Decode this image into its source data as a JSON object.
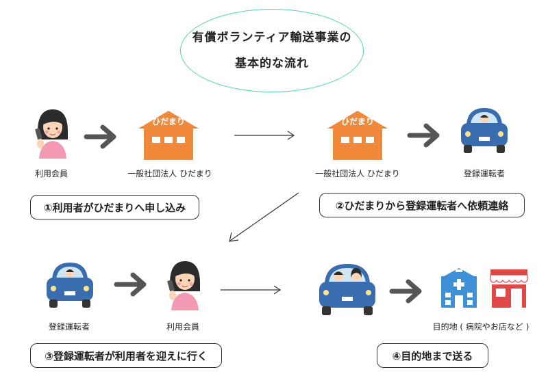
{
  "title": {
    "line1": "有償ボランティア輸送事業の",
    "line2": "基本的な流れ"
  },
  "icons": {
    "house_sign": "ひだまり"
  },
  "captions": {
    "member_1": "利用会員",
    "org_1": "一般社団法人 ひだまり",
    "org_2": "一般社団法人 ひだまり",
    "driver_1": "登録運転者",
    "driver_2": "登録運転者",
    "member_2": "利用会員",
    "destination": "目的地 ( 病院やお店など )"
  },
  "steps": {
    "step1": "①利用者がひだまりへ申し込み",
    "step2": "②ひだまりから登録運転者へ依頼連絡",
    "step3": "③登録運転者が利用者を迎えに行く",
    "step4": "④目的地まで送る"
  },
  "colors": {
    "ellipse": "#4fd1b5",
    "house": "#f08a3a",
    "car": "#3a6cb0",
    "hospital": "#3d8fd6",
    "shop": "#e04848",
    "arrow_bold": "#555555"
  }
}
